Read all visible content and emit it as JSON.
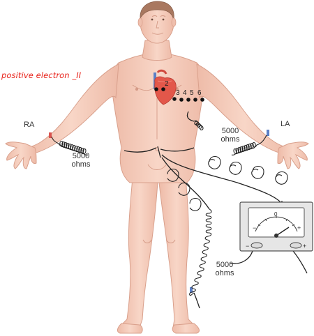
{
  "labels": {
    "ra": "RA",
    "la": "LA",
    "arm_resistor_right": [
      "5000",
      "ohms"
    ],
    "arm_resistor_left": [
      "5000",
      "ohms"
    ],
    "leg_resistor": [
      "5000",
      "ohms"
    ]
  },
  "chest_leads": [
    "2",
    "3",
    "4",
    "5",
    "6"
  ],
  "meter": {
    "scale": "0",
    "minus": "−",
    "plus": "+"
  },
  "annotation": "positive electron _II",
  "colors": {
    "skin": "#f6cdbd",
    "skin_shadow": "#e4ab98",
    "electrode": "#5b7fc6",
    "electrode_red": "#d9534f",
    "annotation": "#e8231b",
    "heart": "#e3574a",
    "wire": "#222222",
    "meter_panel": "#e6e6e6"
  }
}
